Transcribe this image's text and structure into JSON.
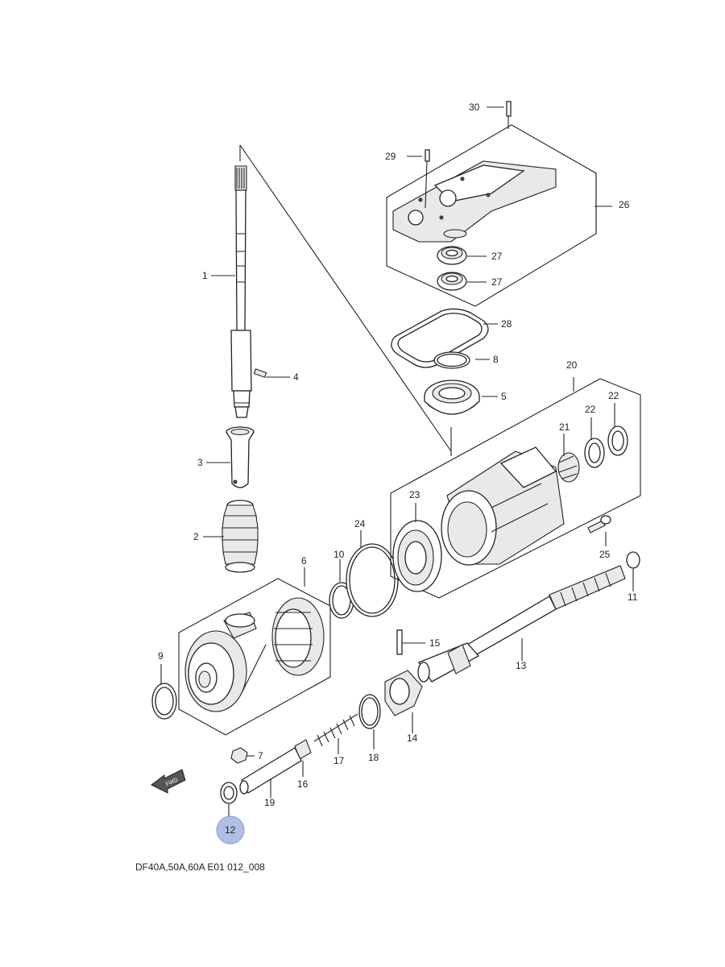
{
  "caption": "DF40A,50A,60A E01 012_008",
  "highlight": "12",
  "fwd_label": "FWD",
  "callouts": {
    "p1": "1",
    "p2": "2",
    "p3": "3",
    "p4": "4",
    "p5": "5",
    "p6": "6",
    "p7": "7",
    "p8": "8",
    "p9": "9",
    "p10": "10",
    "p11": "11",
    "p12": "12",
    "p13": "13",
    "p14": "14",
    "p15": "15",
    "p16": "16",
    "p17": "17",
    "p18": "18",
    "p19": "19",
    "p20": "20",
    "p21": "21",
    "p22a": "22",
    "p22b": "22",
    "p23": "23",
    "p24": "24",
    "p25": "25",
    "p26": "26",
    "p27a": "27",
    "p27b": "27",
    "p28": "28",
    "p29": "29",
    "p30": "30"
  }
}
